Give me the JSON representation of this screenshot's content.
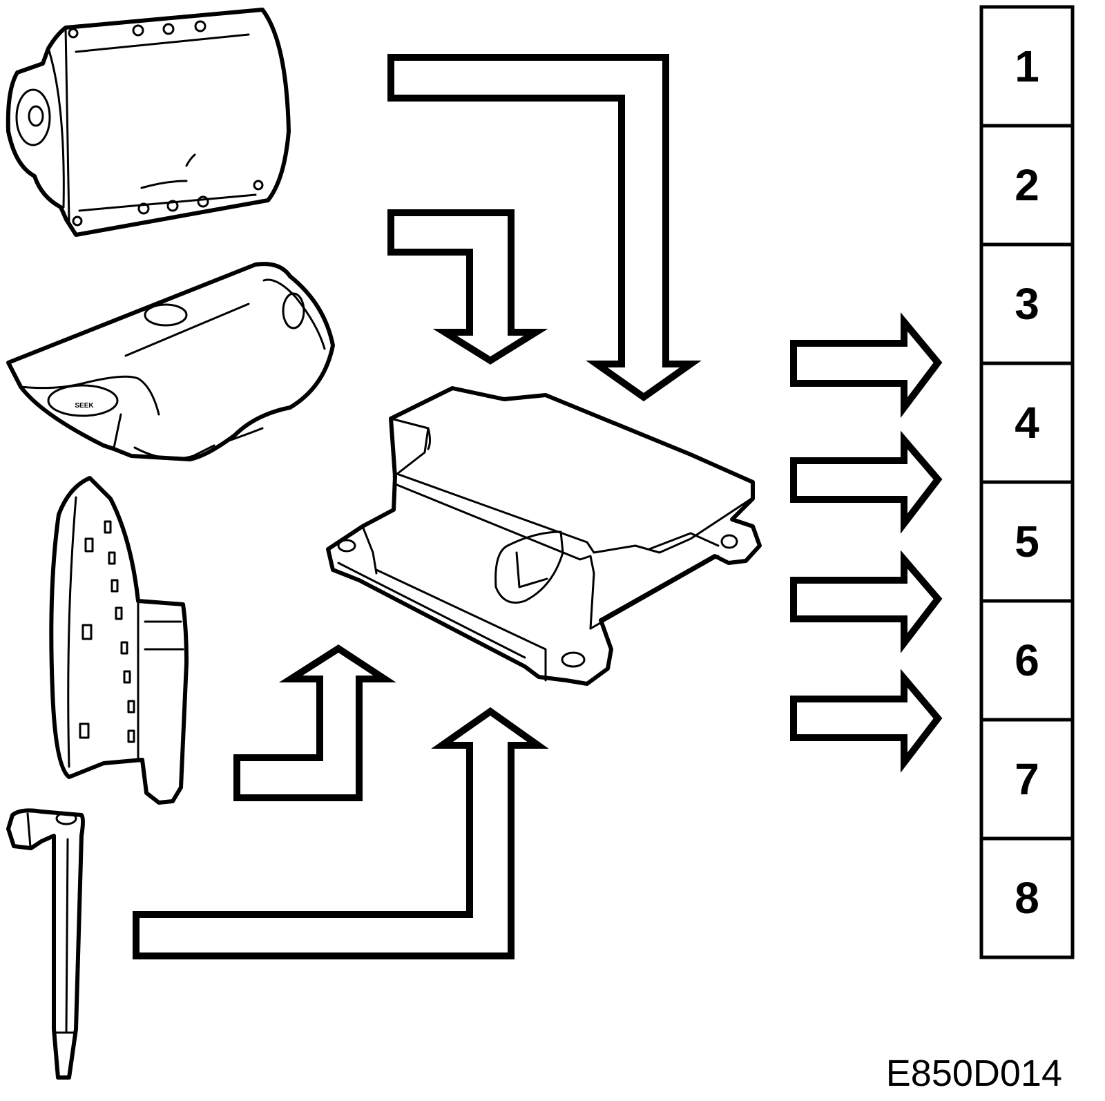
{
  "figure": {
    "code": "E850D014",
    "seek_label": "SEEK"
  },
  "output_boxes": [
    "1",
    "2",
    "3",
    "4",
    "5",
    "6",
    "7",
    "8"
  ],
  "components": [
    {
      "icon": "airbag-module-icon"
    },
    {
      "icon": "steering-wheel-airbag-icon"
    },
    {
      "icon": "side-airbag-icon"
    },
    {
      "icon": "seatbelt-pretensioner-icon"
    },
    {
      "icon": "airbag-control-unit-icon"
    }
  ],
  "colors": {
    "line": "#000000",
    "background": "#ffffff"
  }
}
